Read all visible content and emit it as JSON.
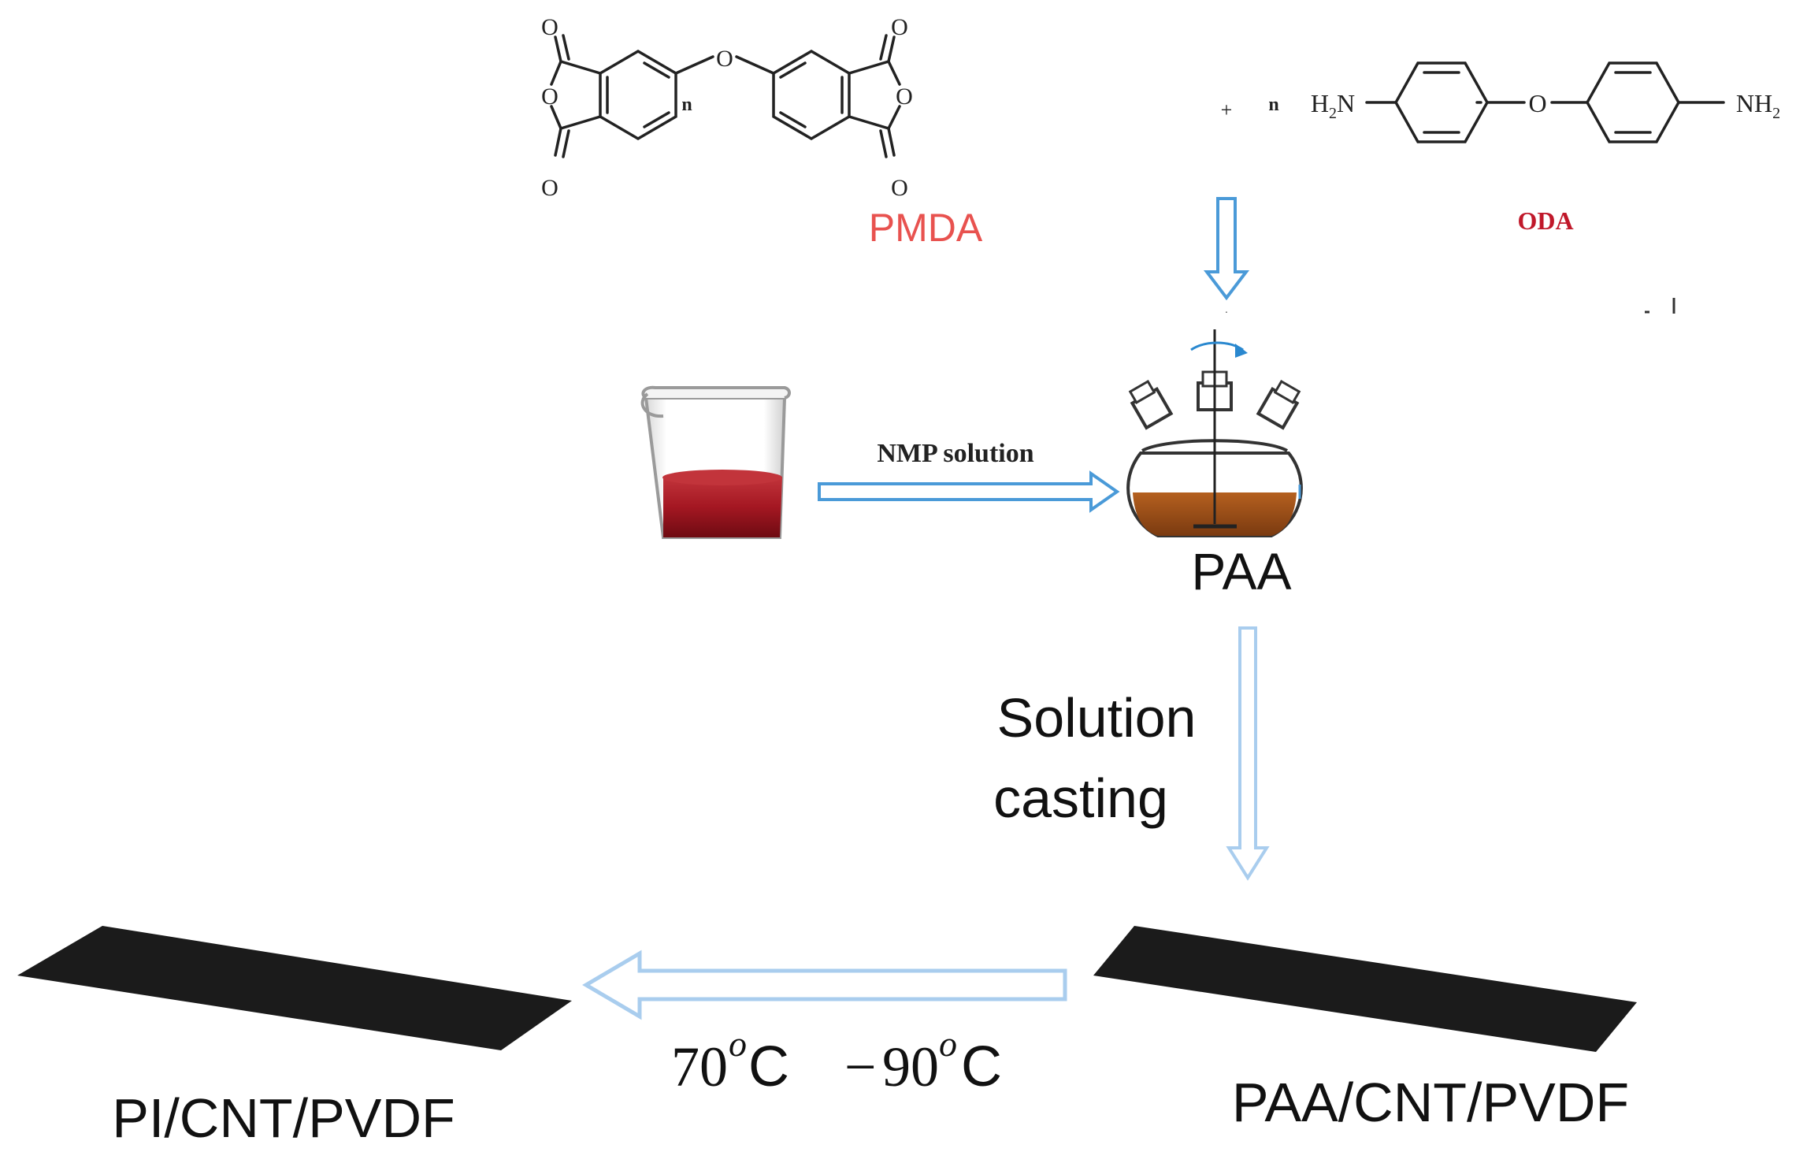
{
  "reagents": {
    "coefficient_left": "n",
    "coefficient_right": "n",
    "plus": "+",
    "pmda_label": "PMDA",
    "oda_label": "ODA",
    "oxygen": "O",
    "amine_left": "H2N",
    "amine_right": "NH2"
  },
  "mixing": {
    "solvent_label": "NMP solution",
    "product_label": "PAA"
  },
  "casting": {
    "line1": "Solution",
    "line2": "casting",
    "film_label": "PAA/CNT/PVDF"
  },
  "curing": {
    "temperature_label": "70°C −90°C",
    "t1": "70",
    "t2": "90",
    "unit": "C",
    "dash": "−",
    "degree": "o",
    "final_label": "PI/CNT/PVDF"
  },
  "colors": {
    "pmda_label": "#e8524f",
    "oda_label": "#c0182a",
    "arrow": "#a9cdee",
    "arrow_dark": "#4a9ad8",
    "liquid_beaker": "#a41722",
    "liquid_flask": "#9b4a16",
    "film": "#1b1b1b"
  }
}
